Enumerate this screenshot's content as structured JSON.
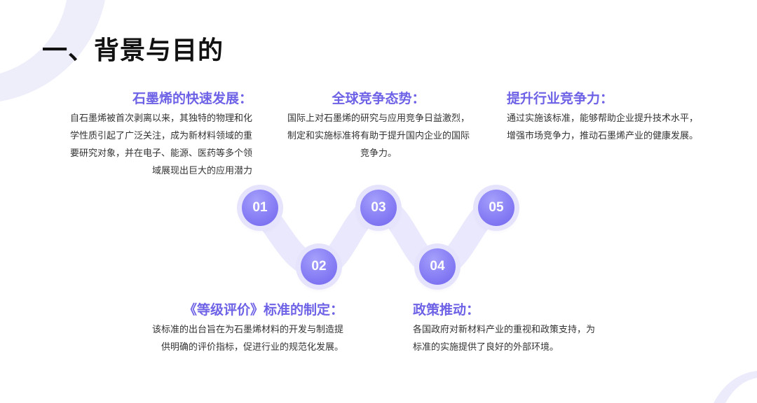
{
  "slide": {
    "title": "一、背景与目的"
  },
  "steps": [
    {
      "number": "01",
      "heading": "石墨烯的快速发展：",
      "lines": [
        "自石墨烯被首次剥离以来，其独特的物理和化",
        "学性质引起了广泛关注，成为新材料领域的重",
        "要研究对象，并在电子、能源、医药等多个领",
        "域展现出巨大的应用潜力"
      ]
    },
    {
      "number": "02",
      "heading": "《等级评价》标准的制定：",
      "lines": [
        "该标准的出台旨在为石墨烯材料的开发与制造提",
        "供明确的评价指标，促进行业的规范化发展。"
      ]
    },
    {
      "number": "03",
      "heading": "全球竞争态势：",
      "lines": [
        "国际上对石墨烯的研究与应用竞争日益激烈，",
        "制定和实施标准将有助于提升国内企业的国际",
        "竞争力。"
      ]
    },
    {
      "number": "04",
      "heading": "政策推动：",
      "lines": [
        "各国政府对新材料产业的重视和政策支持，为",
        "标准的实施提供了良好的外部环境。"
      ]
    },
    {
      "number": "05",
      "heading": "提升行业竞争力：",
      "lines": [
        "通过实施该标准，能够帮助企业提升技术水平，",
        "增强市场竞争力，推动石墨烯产业的健康发展。"
      ]
    }
  ],
  "colors": {
    "accent": "#6e62e6",
    "node_fill": "#8c84f6",
    "halo": "#e6e4fc",
    "decor_arc": "#eeeefb",
    "title": "#111111",
    "body_text": "#333333"
  }
}
